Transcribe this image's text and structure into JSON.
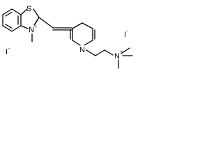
{
  "molecule": {
    "atoms": {
      "S": "S",
      "N_benzothiazolium": "N",
      "N_benzothiazolium_charge": "+",
      "N_pyridine": "N",
      "N_ammonium": "N",
      "N_ammonium_charge": "+"
    },
    "counterions": [
      "I",
      "I"
    ],
    "counterion_charge": "-"
  }
}
